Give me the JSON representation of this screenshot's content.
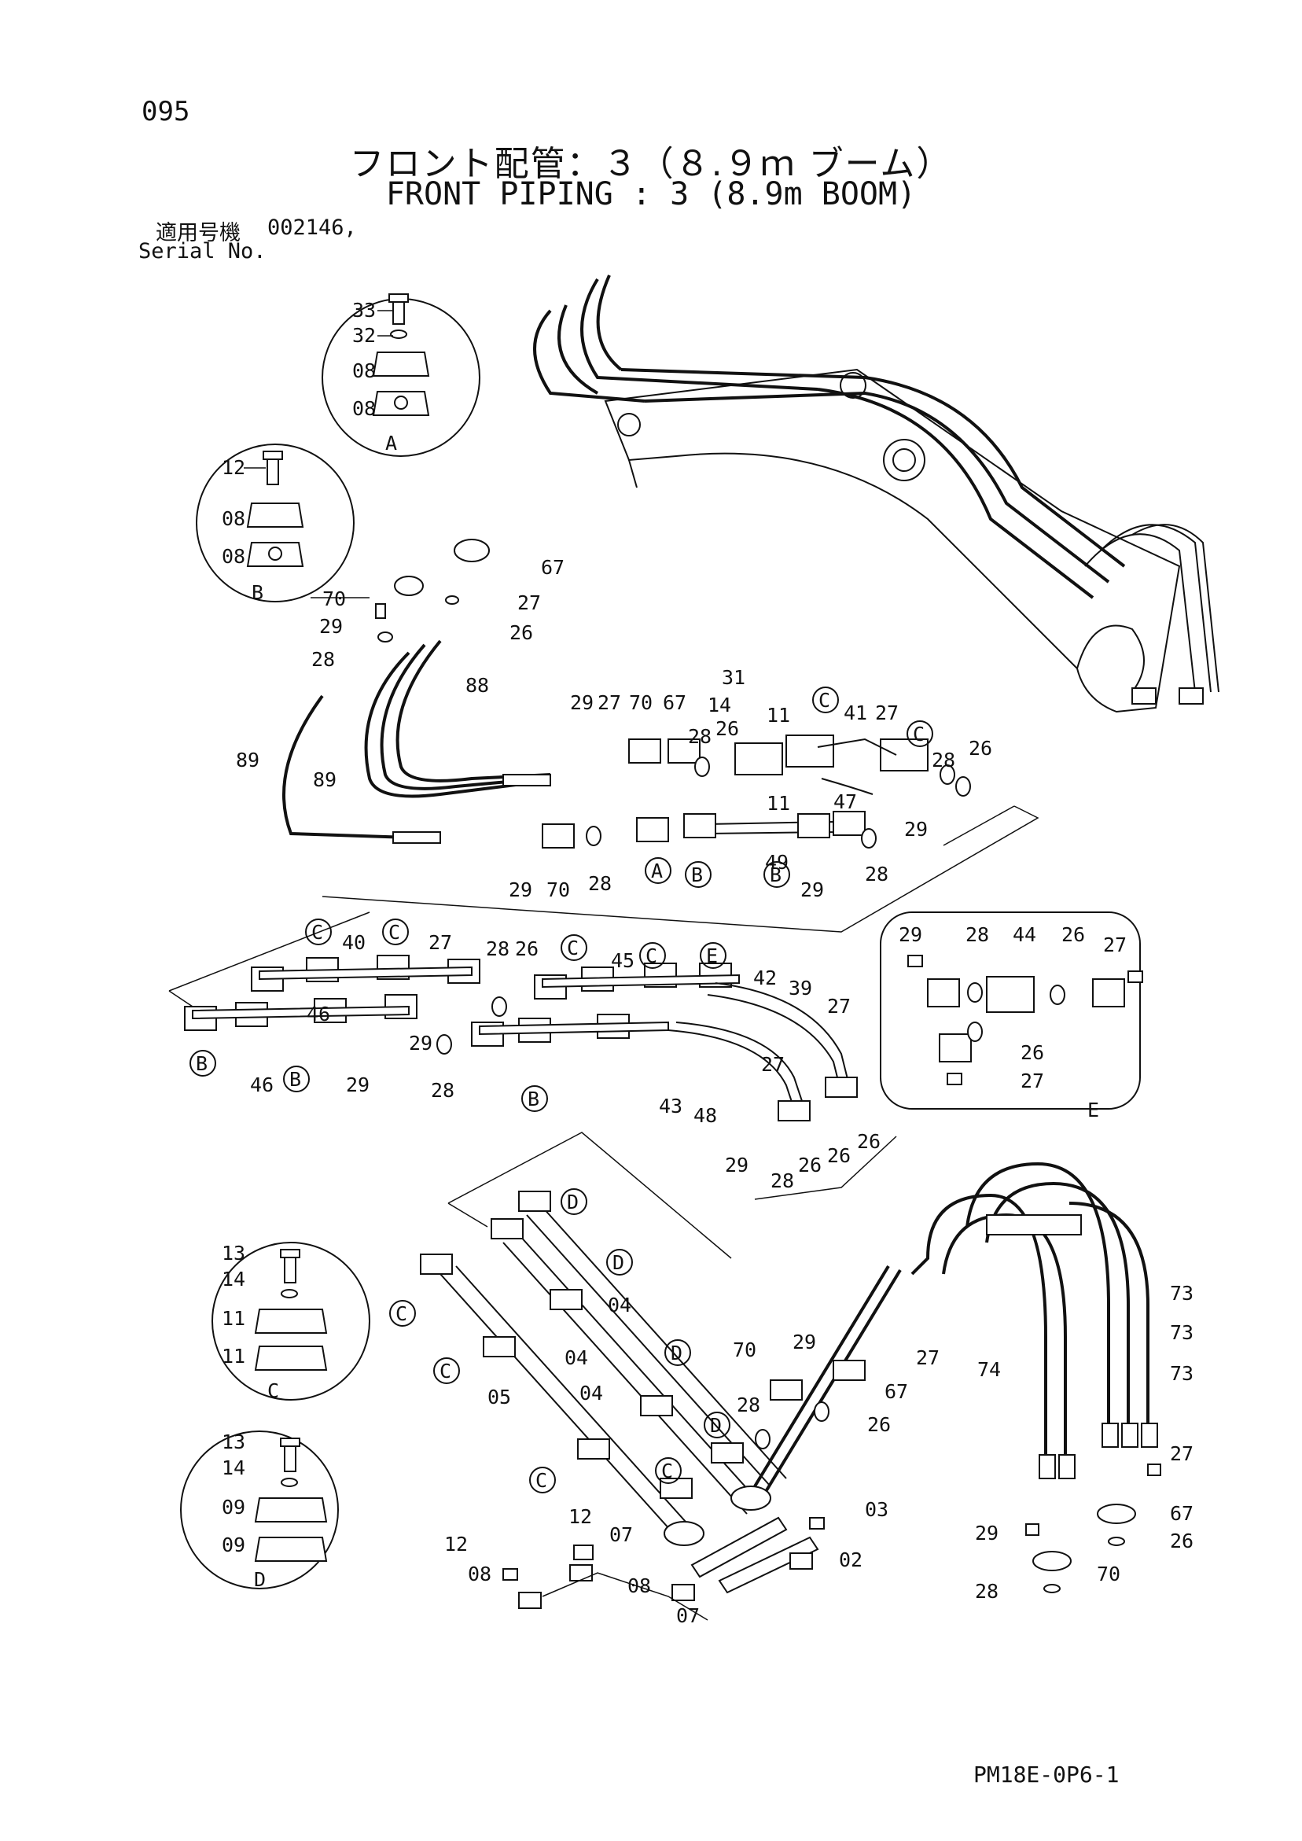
{
  "page_number": "095",
  "title_jp": "フロント配管：３（８.９ｍ ブーム）",
  "title_en": "FRONT PIPING : 3 (8.9m BOOM)",
  "serial_label_jp": "適用号機",
  "serial_value": "002146,",
  "serial_label_en": "Serial No.",
  "doc_code": "PM18E-0P6-1",
  "detail_letters": {
    "a": "A",
    "b": "B",
    "c": "C",
    "d": "D",
    "e": "E"
  },
  "parts": {
    "p02": "02",
    "p03": "03",
    "p04": "04",
    "p05": "05",
    "p07": "07",
    "p08": "08",
    "p09": "09",
    "p11": "11",
    "p12": "12",
    "p13": "13",
    "p14": "14",
    "p26": "26",
    "p27": "27",
    "p28": "28",
    "p29": "29",
    "p31": "31",
    "p32": "32",
    "p33": "33",
    "p39": "39",
    "p40": "40",
    "p41": "41",
    "p42": "42",
    "p43": "43",
    "p44": "44",
    "p45": "45",
    "p46": "46",
    "p47": "47",
    "p48": "48",
    "p49": "49",
    "p67": "67",
    "p70": "70",
    "p73": "73",
    "p74": "74",
    "p88": "88",
    "p89": "89"
  }
}
